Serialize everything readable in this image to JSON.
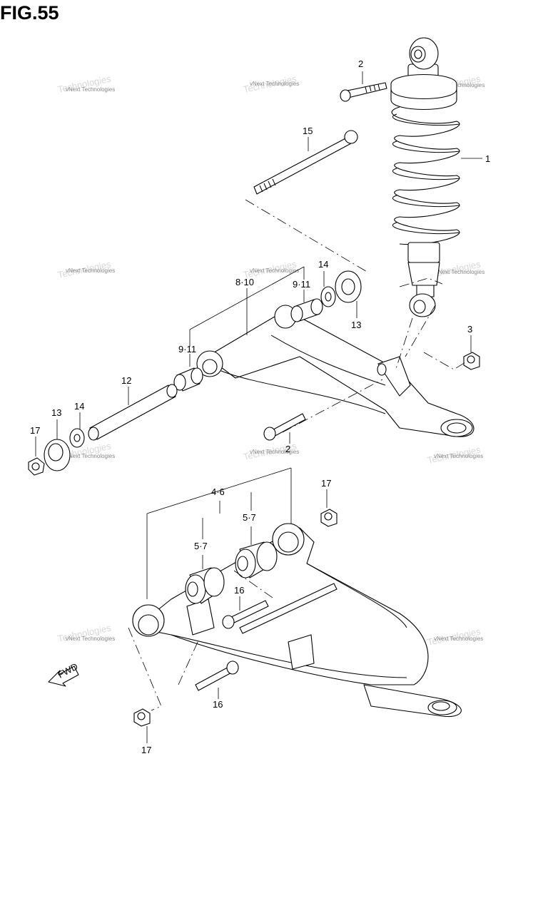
{
  "figure": {
    "title": "FIG.55"
  },
  "fwd_badge": "FWD",
  "watermark": "vNext Technologies",
  "callouts": {
    "c1": "1",
    "c2_top": "2",
    "c2_mid": "2",
    "c3": "3",
    "c4_6": "4·6",
    "c5_7_left": "5·7",
    "c5_7_right": "5·7",
    "c8_10": "8·10",
    "c9_11_left": "9·11",
    "c9_11_right": "9·11",
    "c12": "12",
    "c13_left": "13",
    "c13_right": "13",
    "c14_left": "14",
    "c14_right": "14",
    "c15": "15",
    "c16_right": "16",
    "c16_bottom": "16",
    "c17_left": "17",
    "c17_upper": "17",
    "c17_bottom": "17"
  },
  "icons": [
    "fwd-arrow-icon",
    "shock-absorber-icon",
    "upper-arm-icon",
    "lower-arm-icon"
  ]
}
